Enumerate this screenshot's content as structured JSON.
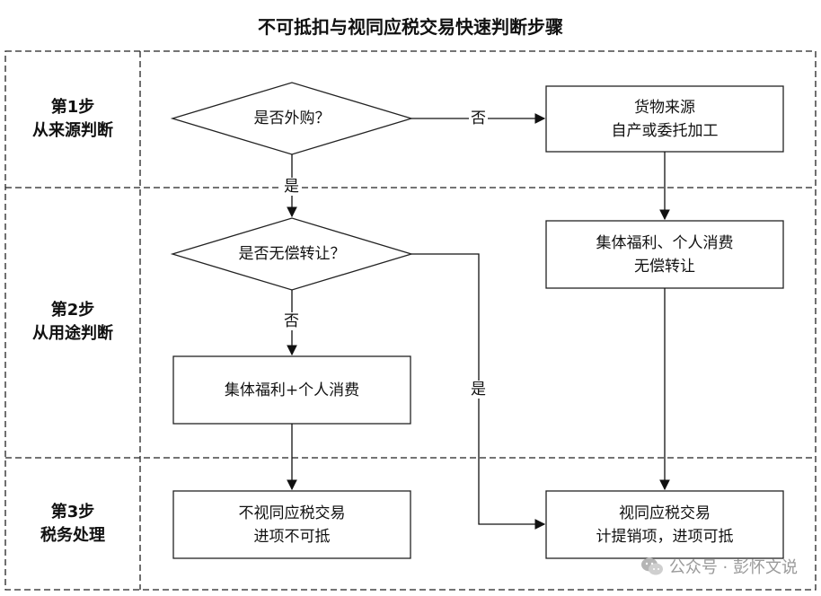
{
  "title": "不可抵扣与视同应税交易快速判断步骤",
  "steps": [
    {
      "num": "第1步",
      "name": "从来源判断"
    },
    {
      "num": "第2步",
      "name": "从用途判断"
    },
    {
      "num": "第3步",
      "name": "税务处理"
    }
  ],
  "nodes": {
    "q_purchase": "是否外购？",
    "source_box": [
      "货物来源",
      "自产或委托加工"
    ],
    "q_free": "是否无偿转让？",
    "welfare_box_right": [
      "集体福利、个人消费",
      "无偿转让"
    ],
    "welfare_box_left": [
      "集体福利+个人消费"
    ],
    "result_left": [
      "不视同应税交易",
      "进项不可抵"
    ],
    "result_right": [
      "视同应税交易",
      "计提销项，进项可抵"
    ]
  },
  "edge_labels": {
    "no_1": "否",
    "yes_1": "是",
    "no_2": "否",
    "yes_2": "是"
  },
  "watermark": "公众号 · 彭怀文说"
}
